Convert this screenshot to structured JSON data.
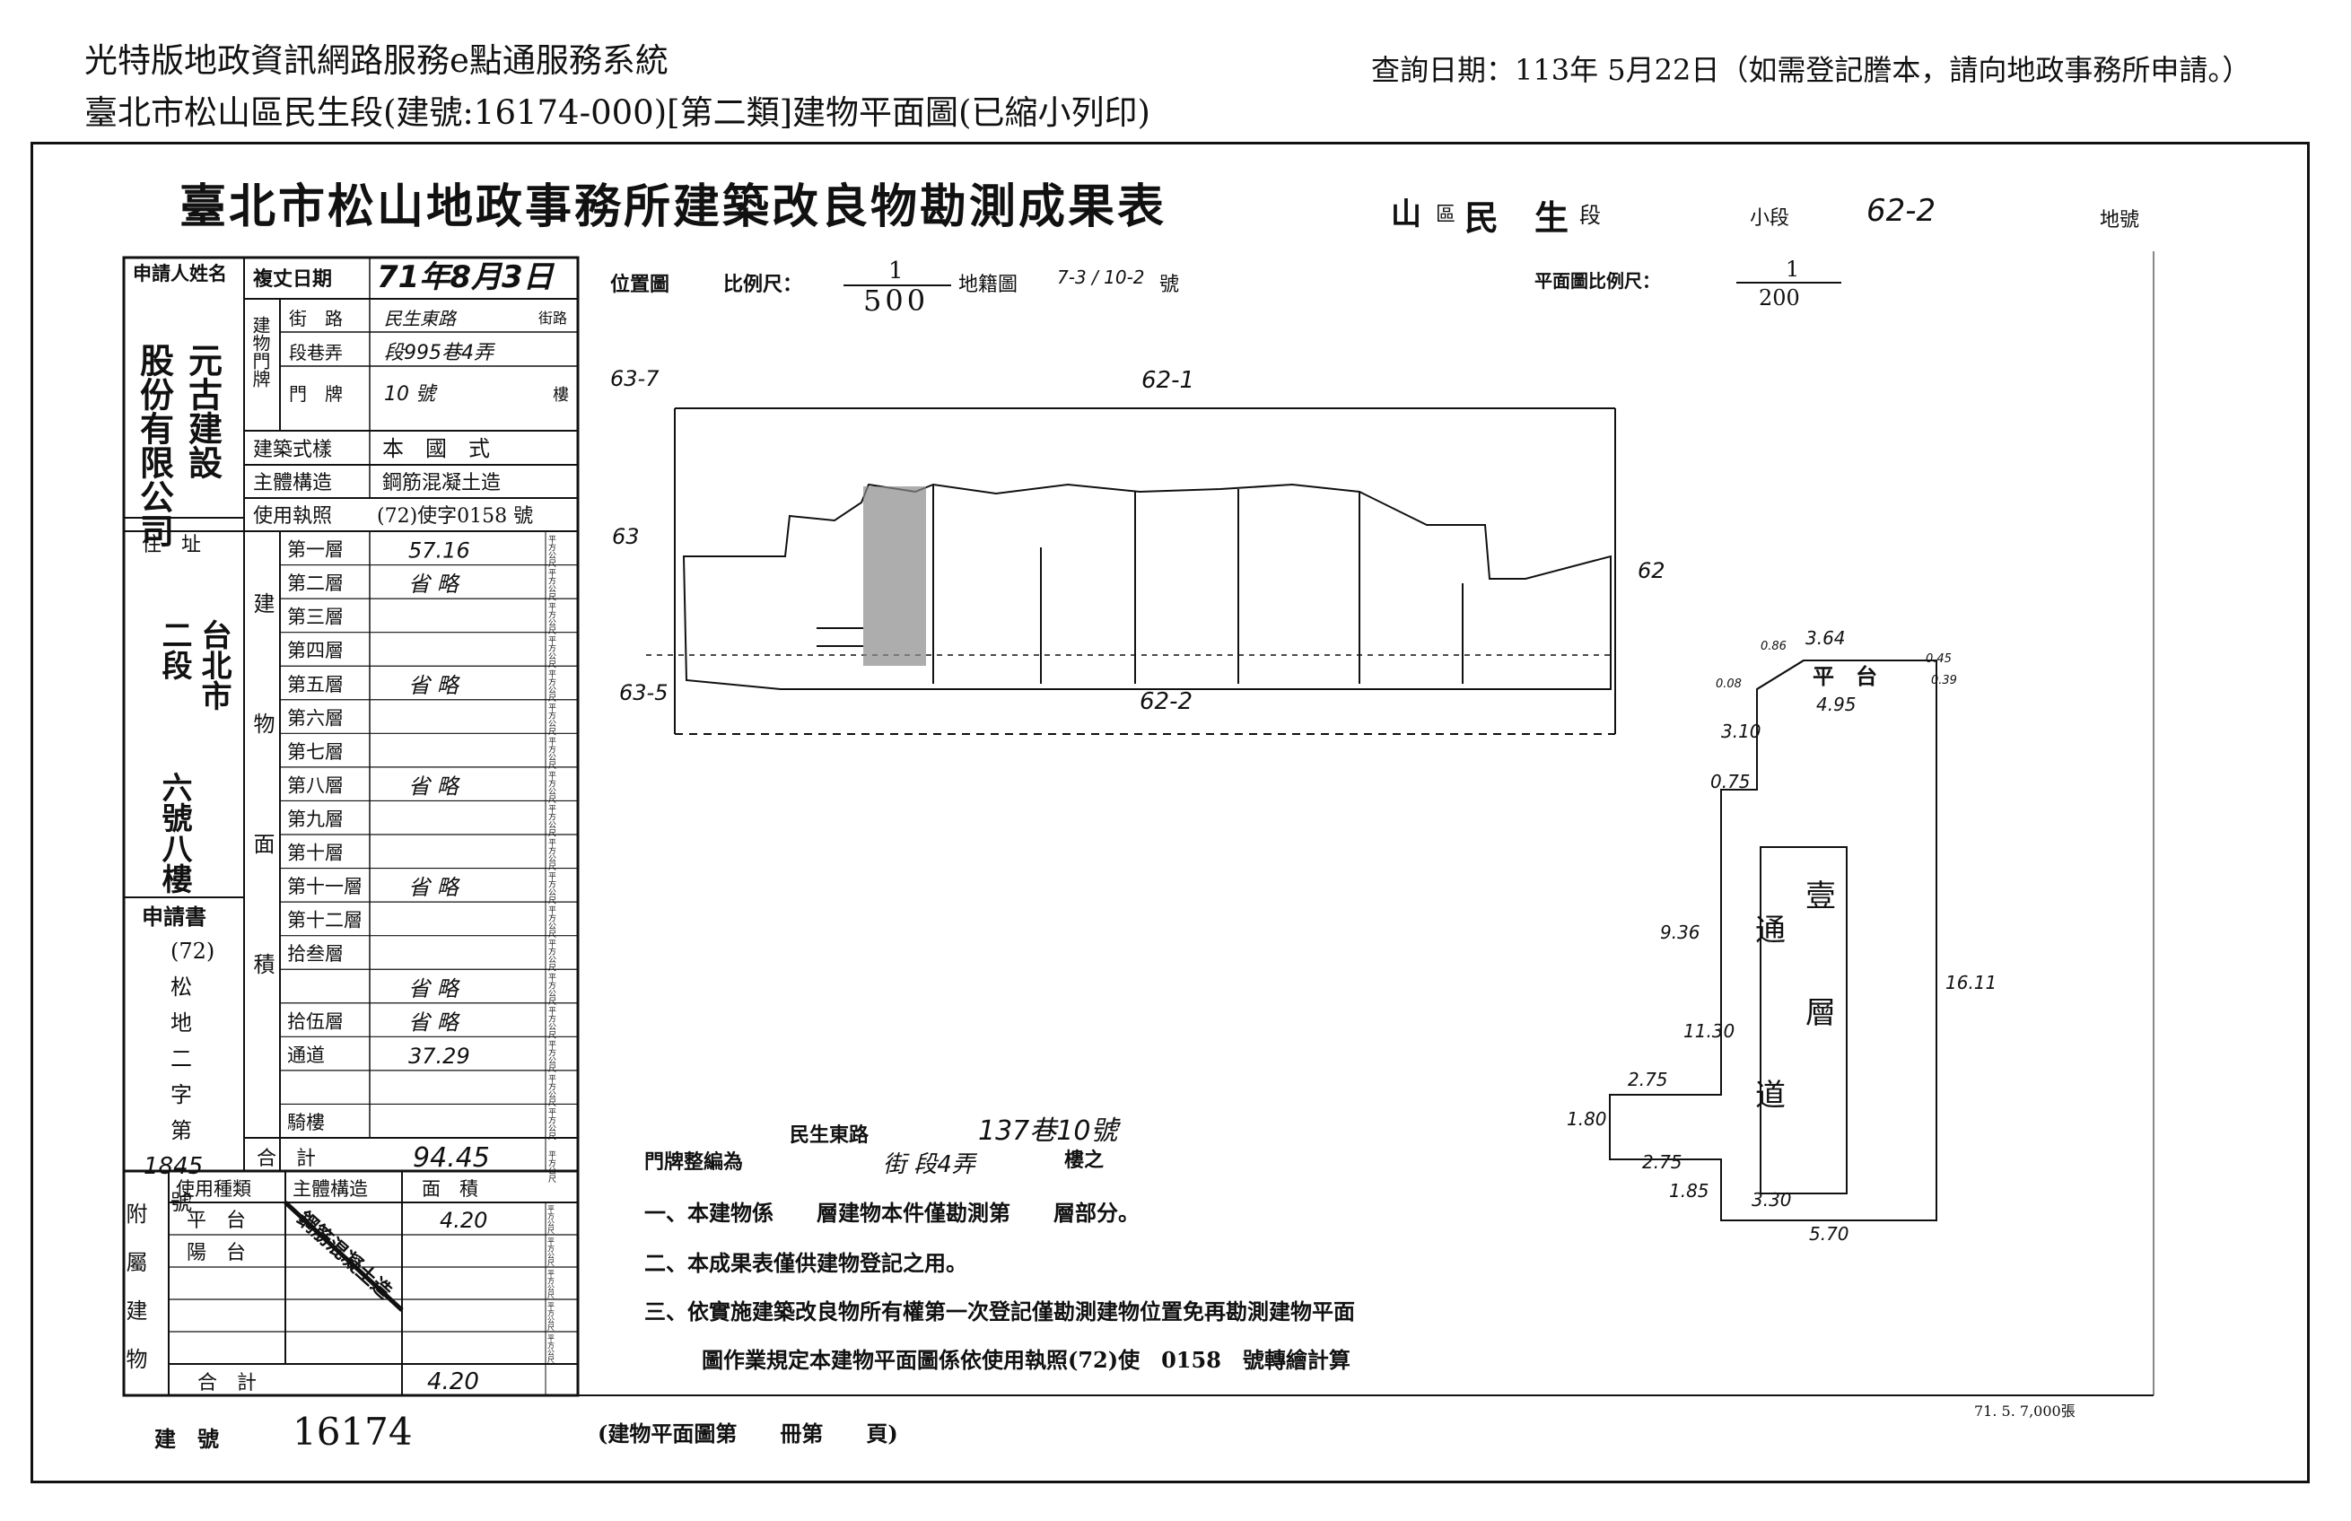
{
  "header": {
    "system_title": "光特版地政資訊網路服務e點通服務系統",
    "document_subtitle": "臺北市松山區民生段(建號:16174-000)[第二類]建物平面圖(已縮小列印)",
    "query_date": "查詢日期：113年 5月22日（如需登記謄本，請向地政事務所申請。）"
  },
  "sheet": {
    "title": "臺北市松山地政事務所建築改良物勘測成果表",
    "district_labels": [
      "山",
      "區",
      "民",
      "生",
      "段",
      "小段",
      "地號"
    ],
    "parcel_no": "62-2",
    "applicant_label": "申請人姓名",
    "applicant_lines": [
      "元古建設",
      "股份有限公司"
    ],
    "date_label": "複丈日期",
    "survey_date": "71年8月3日",
    "door_label": "建物門牌",
    "door_rows": [
      {
        "label": "街　路",
        "value": "民生東路",
        "suffix": "街路"
      },
      {
        "label": "段巷弄",
        "value": "段995巷4弄",
        "suffix": ""
      },
      {
        "label": "門　牌",
        "value": "10 號",
        "suffix": "樓"
      }
    ],
    "building_style_label": "建築式樣",
    "building_style": "本　國　式",
    "structure_label": "主體構造",
    "structure": "鋼筋混凝土造",
    "license_label": "使用執照",
    "license": "(72)使字0158 號",
    "address_label": "住　址",
    "address_lines": [
      "台北市",
      "二段",
      "六號八樓"
    ],
    "area_label": "建物面積",
    "unit": "平方公尺",
    "floors": [
      {
        "name": "第一層",
        "value": "57.16"
      },
      {
        "name": "第二層",
        "value": "省 略"
      },
      {
        "name": "第三層",
        "value": ""
      },
      {
        "name": "第四層",
        "value": ""
      },
      {
        "name": "第五層",
        "value": "省 略"
      },
      {
        "name": "第六層",
        "value": ""
      },
      {
        "name": "第七層",
        "value": ""
      },
      {
        "name": "第八層",
        "value": "省 略"
      },
      {
        "name": "第九層",
        "value": ""
      },
      {
        "name": "第十層",
        "value": ""
      },
      {
        "name": "第十一層",
        "value": "省 略"
      },
      {
        "name": "第十二層",
        "value": ""
      },
      {
        "name": "拾叁層",
        "value": ""
      },
      {
        "name": "",
        "value": "省 略"
      },
      {
        "name": "拾伍層",
        "value": "省 略"
      },
      {
        "name": "通道",
        "value": "37.29"
      },
      {
        "name": "",
        "value": ""
      },
      {
        "name": "騎樓",
        "value": ""
      }
    ],
    "total_label": "合　計",
    "total_value": "94.45",
    "application_label": "申請書",
    "application_lines": [
      "(72)",
      "松",
      "地",
      "二",
      "字",
      "第",
      "1845",
      "號"
    ],
    "annex_label": "附屬建物",
    "annex_header": [
      "使用種類",
      "主體構造",
      "面　積"
    ],
    "annex_rows": [
      {
        "type": "平　台",
        "area": "4.20"
      },
      {
        "type": "陽　台",
        "area": ""
      },
      {
        "type": "",
        "area": ""
      },
      {
        "type": "",
        "area": ""
      },
      {
        "type": "",
        "area": ""
      }
    ],
    "annex_total_label": "合　計",
    "annex_total_value": "4.20",
    "annex_structure": "鋼筋混凝土造",
    "location_map_label": "位置圖",
    "scale_label": "比例尺：",
    "location_scale_num": "1",
    "location_scale_den": "500",
    "cadastral_map_label": "地籍圖",
    "cadastral_map_no": "7-3 / 10-2",
    "map_no_suffix": "號",
    "plan_scale_label": "平面圖比例尺：",
    "plan_scale_num": "1",
    "plan_scale_den": "200",
    "site_labels": [
      "63-7",
      "62-1",
      "63",
      "62",
      "63-5",
      "62-2"
    ],
    "plan_dimensions": [
      "3.64",
      "0.86",
      "0.45",
      "0.08",
      "0.39",
      "4.95",
      "3.10",
      "0.75",
      "9.36",
      "16.11",
      "11.30",
      "2.75",
      "1.80",
      "2.75",
      "1.85",
      "3.30",
      "5.70"
    ],
    "plan_labels": [
      "平　台",
      "壹",
      "層",
      "通",
      "道"
    ],
    "door_compile_label": "門牌整編為",
    "door_compile_lines": [
      "民生東路",
      "137巷10號",
      "街 段4弄",
      "樓之"
    ],
    "notes": [
      "一、本建物係　　層建物本件僅勘測第　　層部分。",
      "二、本成果表僅供建物登記之用。",
      "三、依實施建築改良物所有權第一次登記僅勘測建物位置免再勘測建物平面",
      "圖作業規定本建物平面圖係依使用執照(72)使　0158　號轉繪計算"
    ],
    "building_no_label": "建　號",
    "building_no": "16174",
    "plan_page_label": "(建物平面圖第　　冊第　　頁)",
    "form_code": "71. 5. 7,000張"
  }
}
